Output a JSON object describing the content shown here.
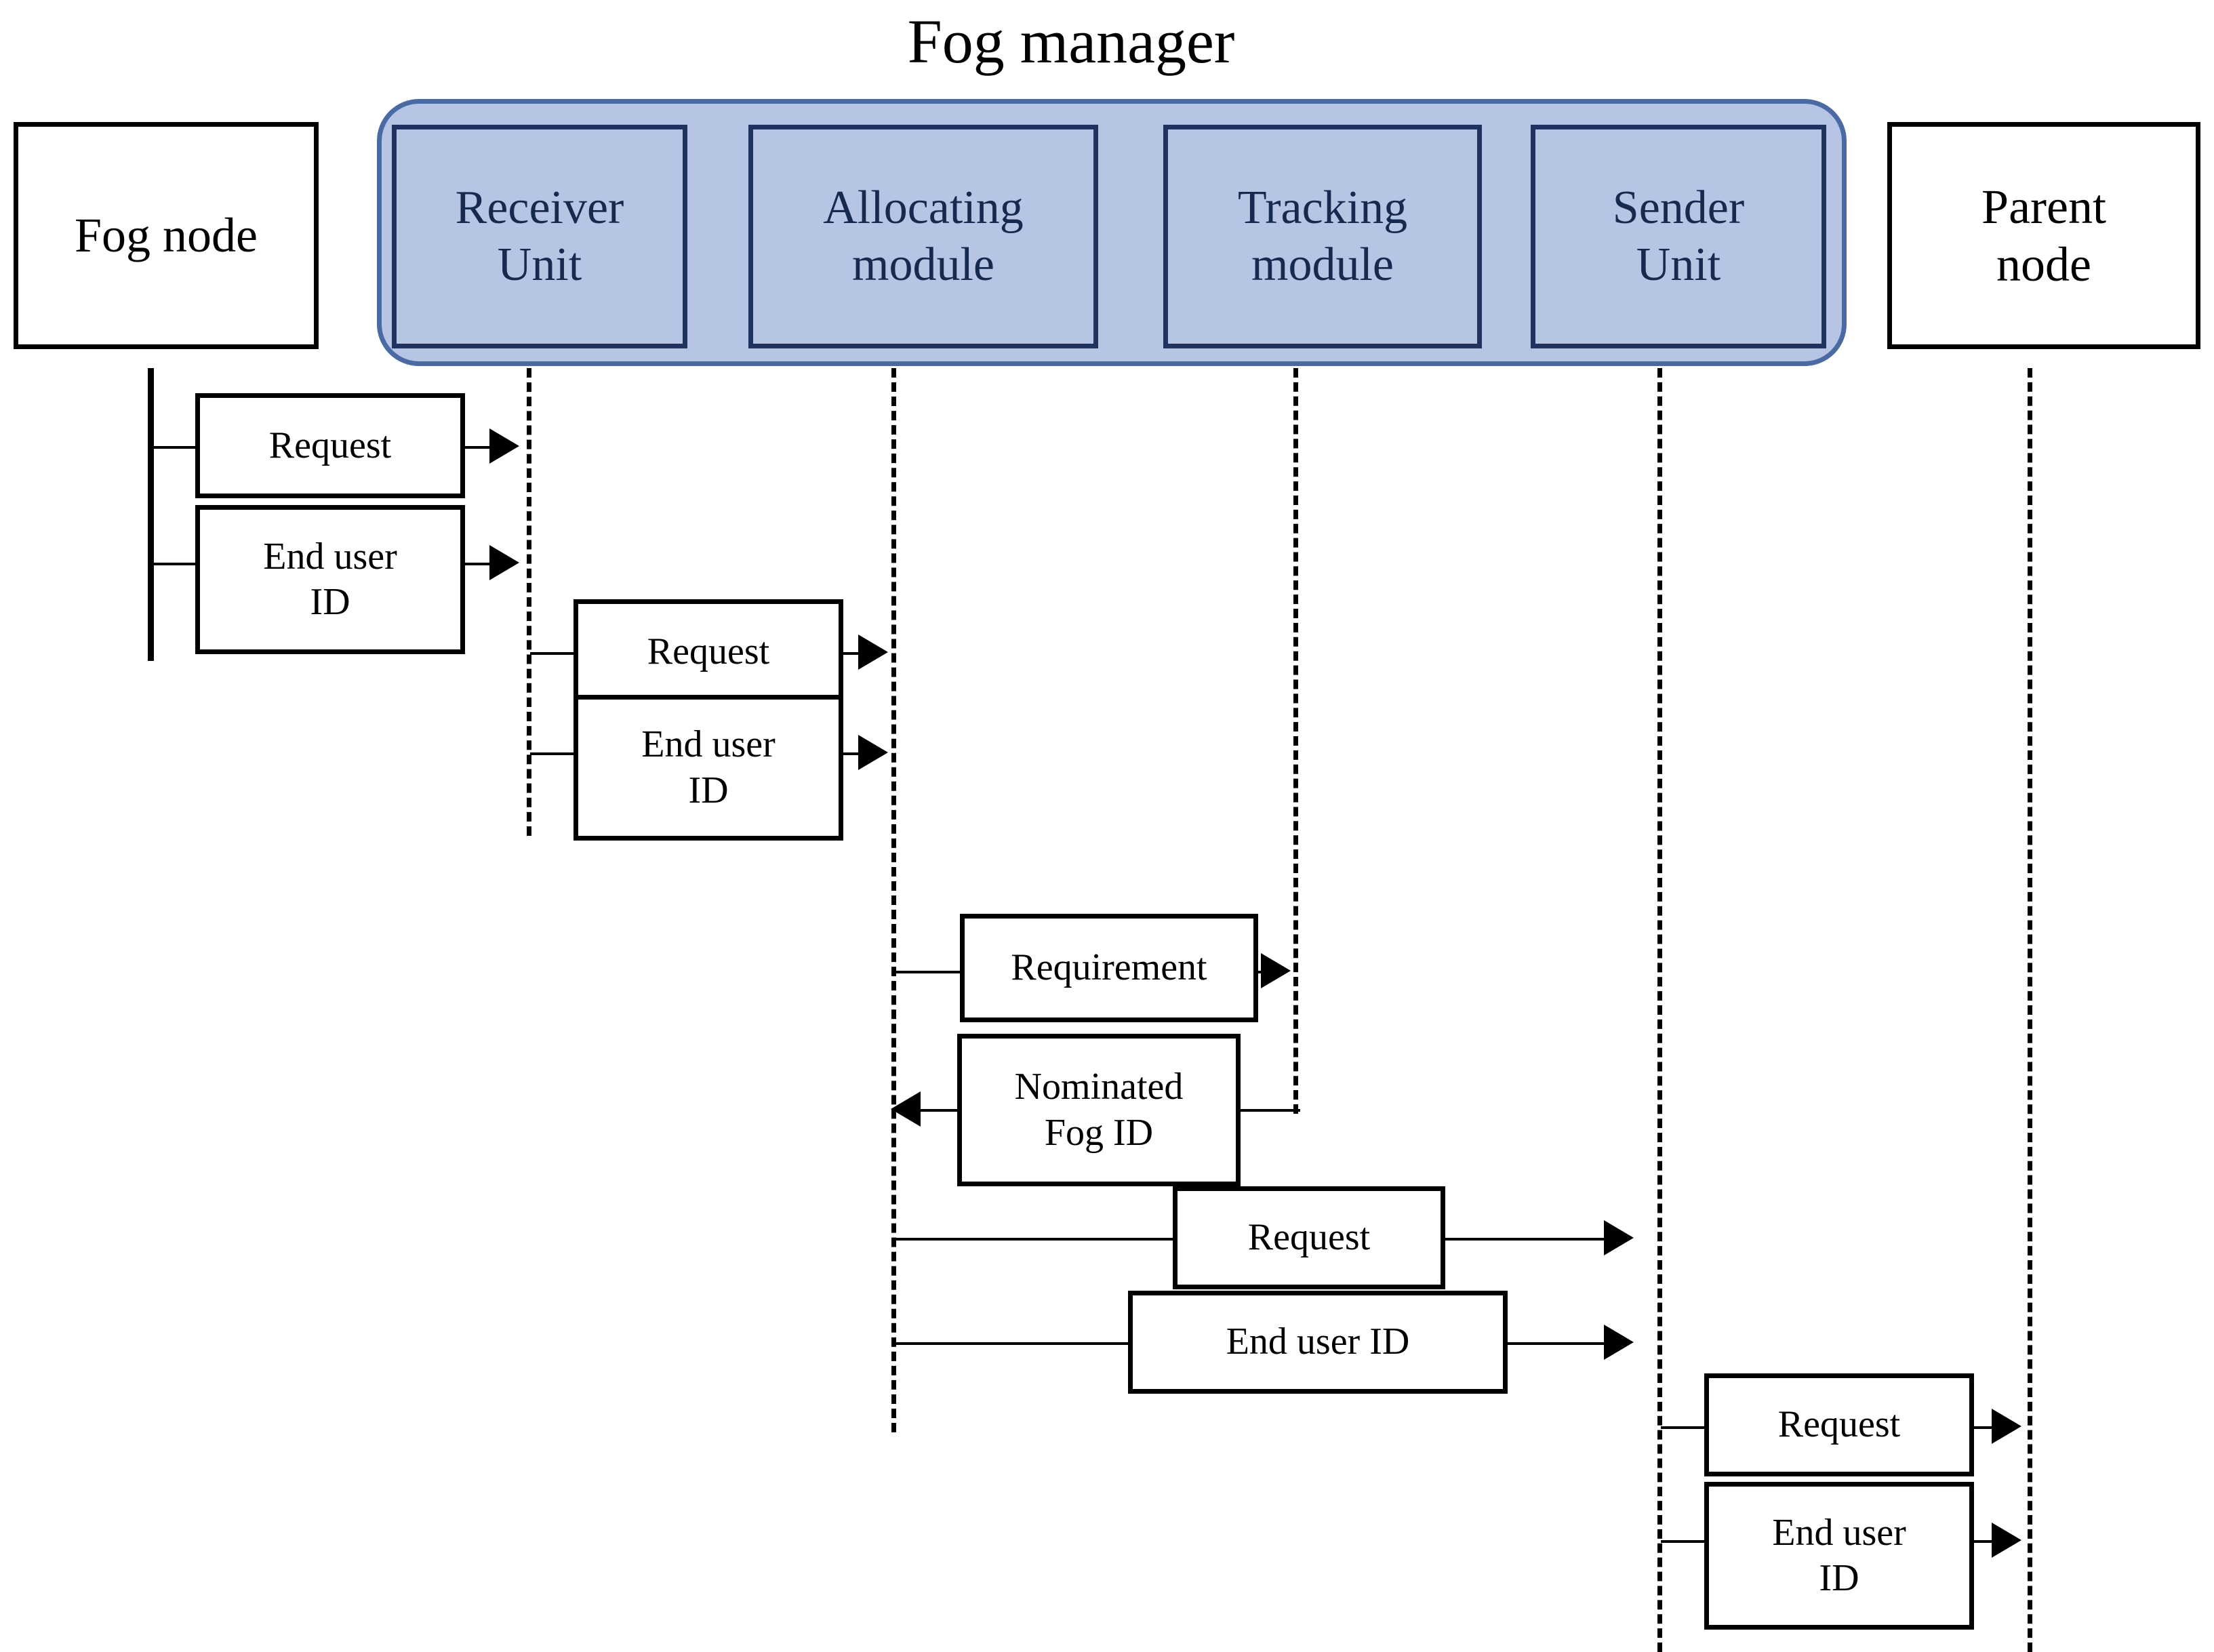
{
  "diagram": {
    "title": "Fog manager",
    "type": "uml-sequence-diagram"
  },
  "actors": {
    "left": {
      "label": "Fog node",
      "name": "fog-node"
    },
    "right": {
      "label": "Parent node",
      "name": "parent-node"
    }
  },
  "fog_manager": {
    "title": "Fog manager",
    "units": [
      {
        "label": "Receiver\nUnit",
        "line1": "Receiver",
        "line2": "Unit"
      },
      {
        "label": "Allocating\nmodule",
        "line1": "Allocating",
        "line2": "module"
      },
      {
        "label": "Tracking\nmodule",
        "line1": "Tracking",
        "line2": "module"
      },
      {
        "label": "Sender\nUnit",
        "line1": "Sender",
        "line2": "Unit"
      }
    ]
  },
  "messages": [
    {
      "id": "m1",
      "label": "Request",
      "from": "fog-node",
      "to": "receiver-unit",
      "direction": "right"
    },
    {
      "id": "m2",
      "line1": "End user",
      "line2": "ID",
      "label": "End user ID",
      "from": "fog-node",
      "to": "receiver-unit",
      "direction": "right"
    },
    {
      "id": "m3",
      "label": "Request",
      "from": "receiver-unit",
      "to": "allocating-module",
      "direction": "right"
    },
    {
      "id": "m4",
      "line1": "End user",
      "line2": "ID",
      "label": "End user ID",
      "from": "receiver-unit",
      "to": "allocating-module",
      "direction": "right"
    },
    {
      "id": "m5",
      "label": "Requirement",
      "from": "allocating-module",
      "to": "tracking-module",
      "direction": "right"
    },
    {
      "id": "m6",
      "line1": "Nominated",
      "line2": "Fog ID",
      "label": "Nominated Fog ID",
      "from": "tracking-module",
      "to": "allocating-module",
      "direction": "left"
    },
    {
      "id": "m7",
      "label": "Request",
      "from": "allocating-module",
      "to": "sender-unit",
      "direction": "right"
    },
    {
      "id": "m8",
      "label": "End user ID",
      "from": "allocating-module",
      "to": "sender-unit",
      "direction": "right"
    },
    {
      "id": "m9",
      "label": "Request",
      "from": "sender-unit",
      "to": "parent-node",
      "direction": "right"
    },
    {
      "id": "m10",
      "line1": "End user",
      "line2": "ID",
      "label": "End user ID",
      "from": "sender-unit",
      "to": "parent-node",
      "direction": "right"
    }
  ],
  "colors": {
    "manager_fill": "#b6c5e3",
    "manager_border": "#4a6aa5",
    "unit_border": "#1f3260",
    "unit_text": "#16294f",
    "line": "#000000",
    "background": "#ffffff"
  }
}
